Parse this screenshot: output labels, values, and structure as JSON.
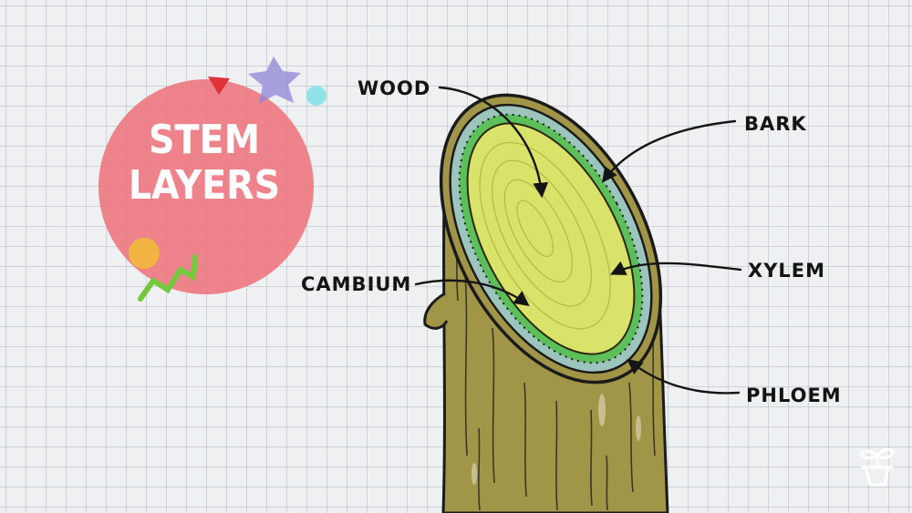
{
  "title": {
    "line1": "STEM",
    "line2": "LAYERS"
  },
  "labels": {
    "wood": "WOOD",
    "bark": "BARK",
    "xylem": "XYLEM",
    "cambium": "CAMBIUM",
    "phloem": "PHLOEM"
  },
  "colors": {
    "title_circle": "#ee7a82",
    "bark": "#a19548",
    "phloem": "#9cc5bd",
    "cambium": "#5cbf5a",
    "xylem": "#d9e36a",
    "wood_center": "#e9ec86",
    "outline": "#1b1b1b"
  },
  "logo": {
    "icon": "potted-plant-icon"
  }
}
